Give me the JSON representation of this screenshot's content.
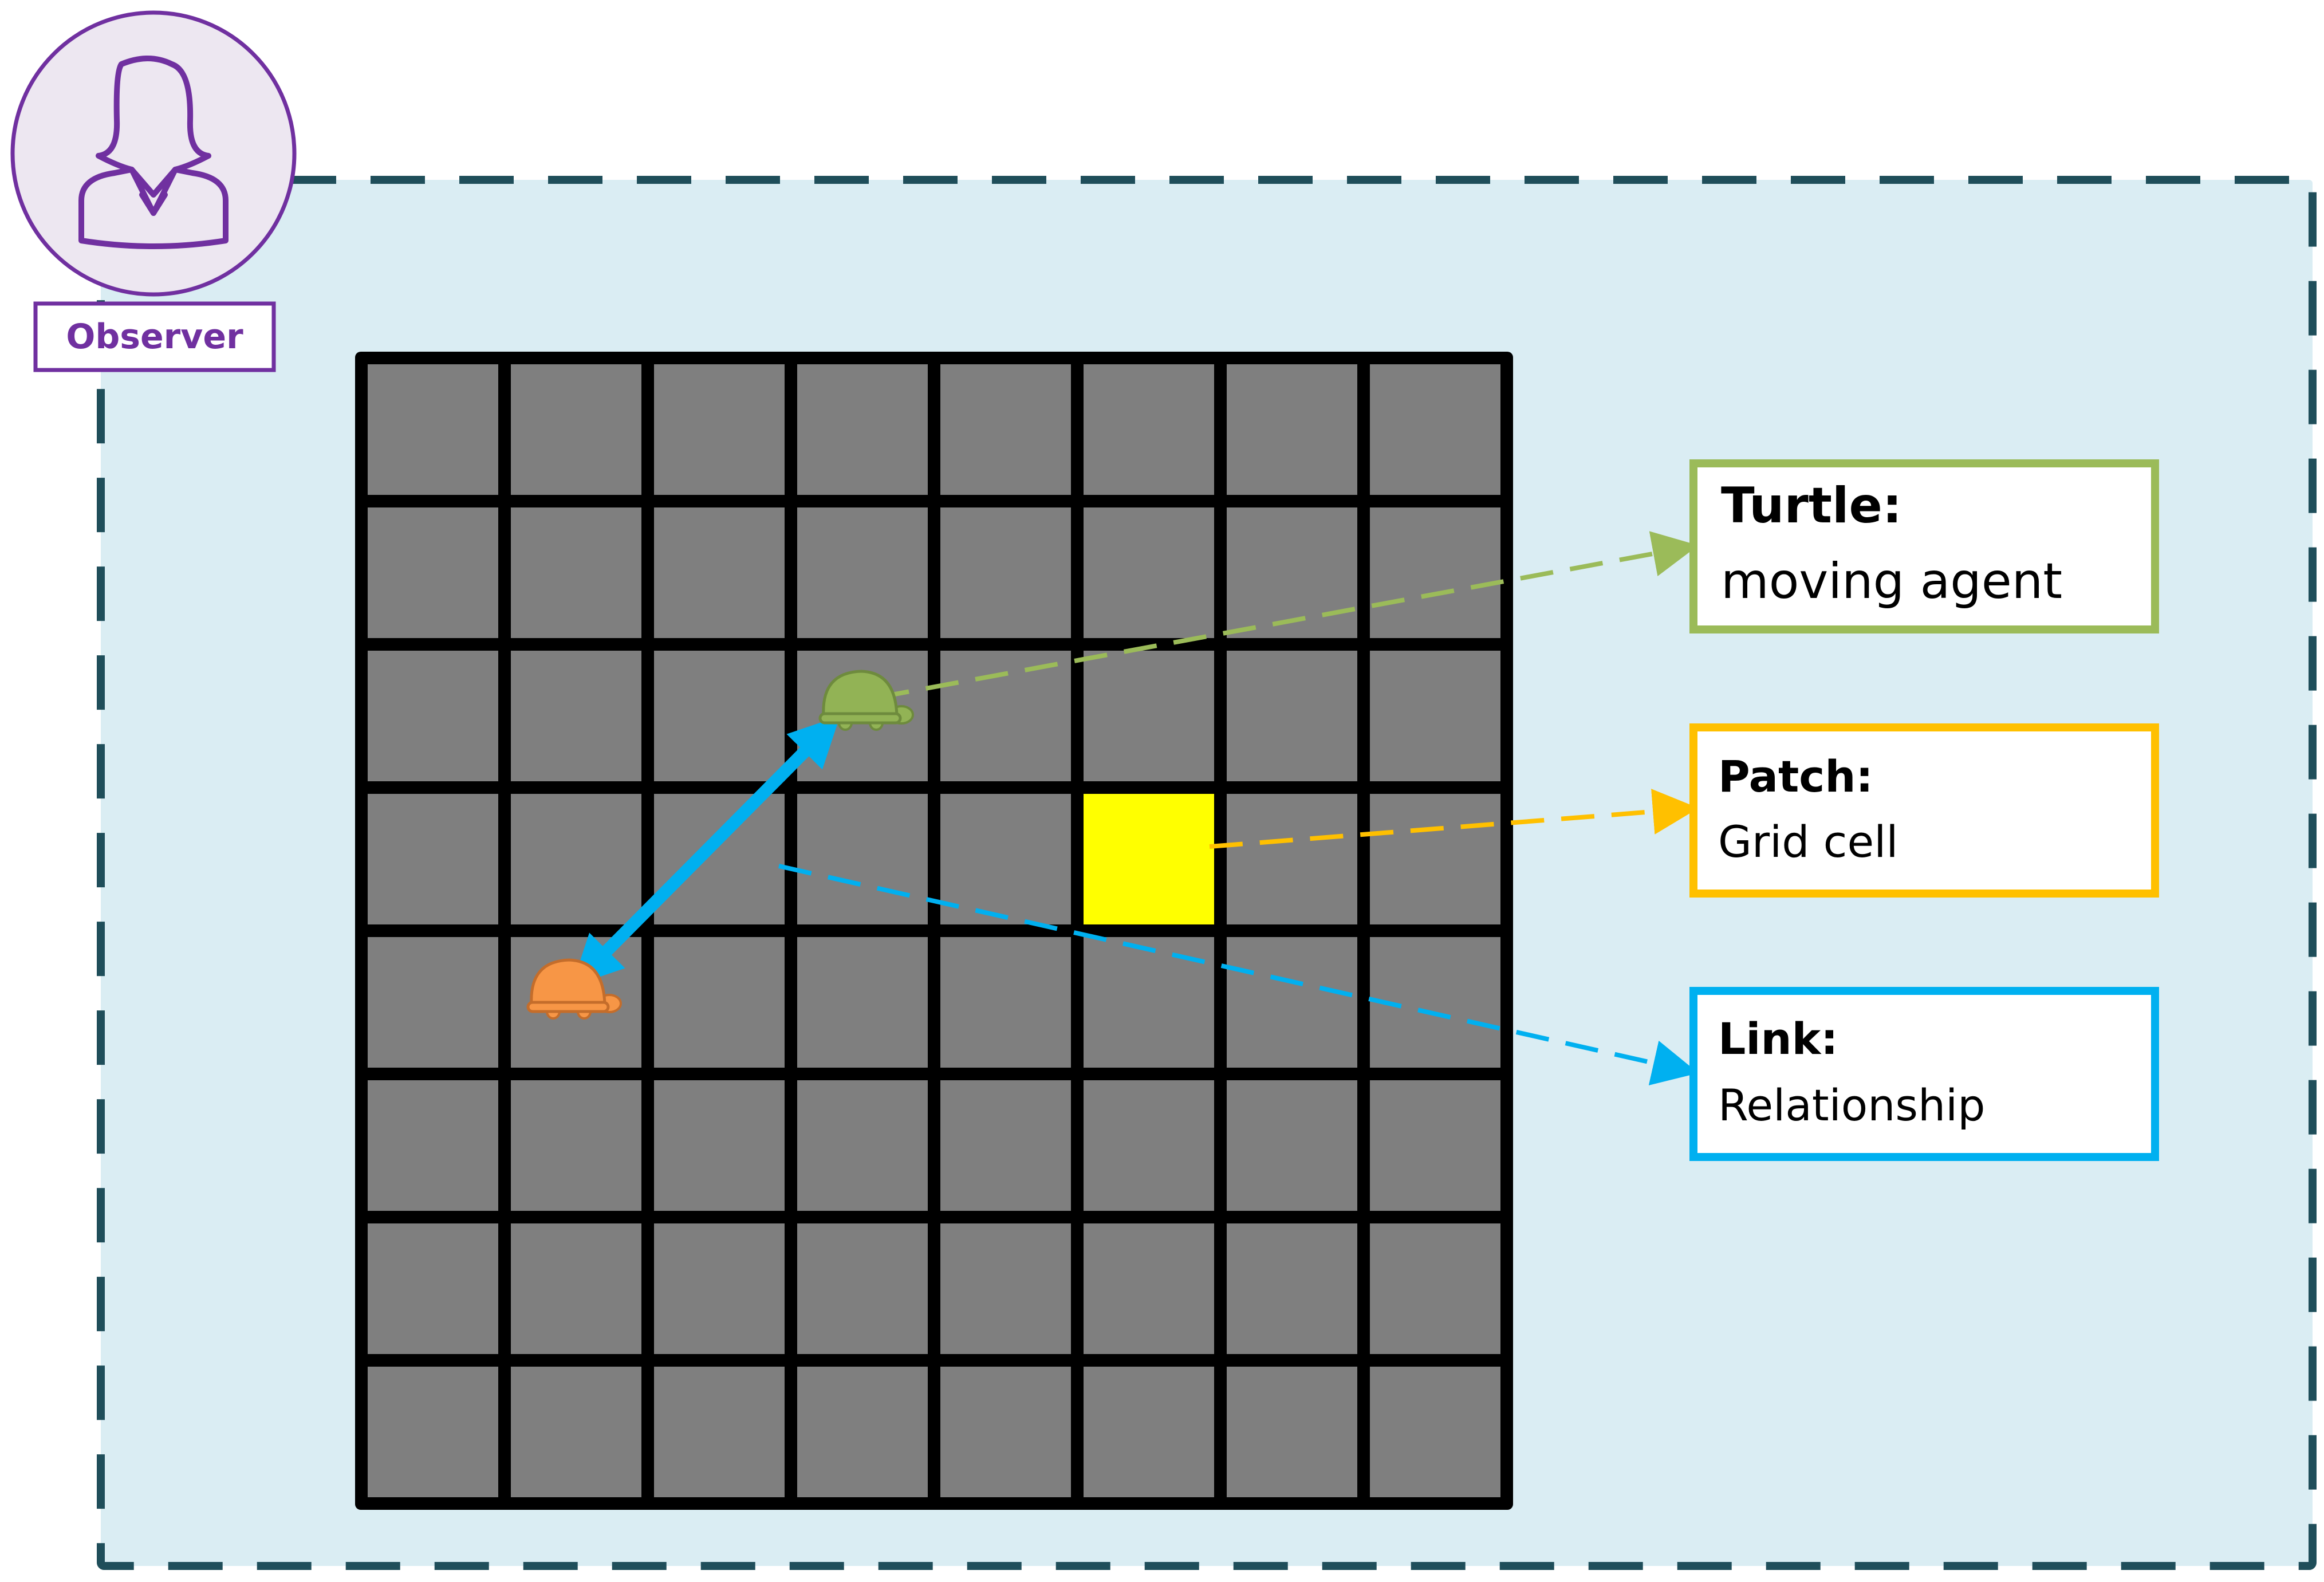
{
  "observer": {
    "label": "Observer",
    "icon": "woman-user-icon",
    "color": "#7030A0"
  },
  "world": {
    "fill": "#DAEDF3",
    "border_color": "#1F4E5A",
    "grid": {
      "rows": 8,
      "cols": 8,
      "cell_color": "#7F7F7F",
      "line_color": "#000000",
      "highlighted_patch": {
        "row": 3,
        "col": 5,
        "color": "#FFFF00"
      }
    },
    "turtles": [
      {
        "name": "green-turtle",
        "row": 2,
        "col": 3,
        "color": "#92B355"
      },
      {
        "name": "orange-turtle",
        "row": 4,
        "col": 1,
        "color": "#F79646"
      }
    ],
    "link": {
      "color": "#00B0F0"
    }
  },
  "legend": {
    "turtle": {
      "title": "Turtle:",
      "desc": "moving agent",
      "color": "#9BBB59"
    },
    "patch": {
      "title": "Patch:",
      "desc": "Grid cell",
      "color": "#FFC000"
    },
    "link": {
      "title": "Link:",
      "desc": "Relationship",
      "color": "#00B0F0"
    }
  }
}
